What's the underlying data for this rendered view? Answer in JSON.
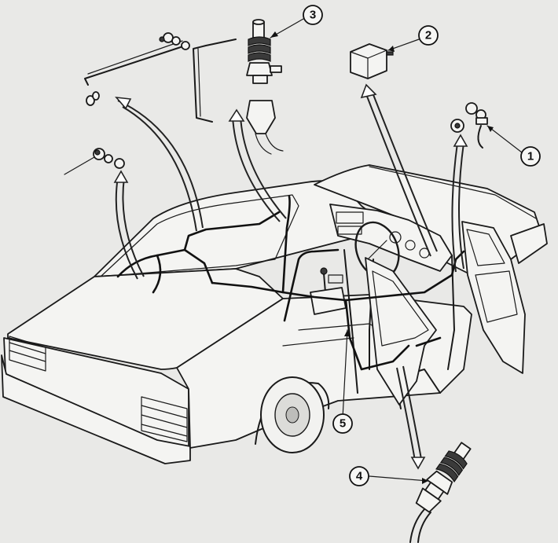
{
  "callouts": [
    {
      "id": "1",
      "label": "1"
    },
    {
      "id": "2",
      "label": "2"
    },
    {
      "id": "3",
      "label": "3"
    },
    {
      "id": "4",
      "label": "4"
    },
    {
      "id": "5",
      "label": "5"
    }
  ],
  "colors": {
    "ink": "#1a1a1a",
    "paper": "#e9e9e7"
  }
}
